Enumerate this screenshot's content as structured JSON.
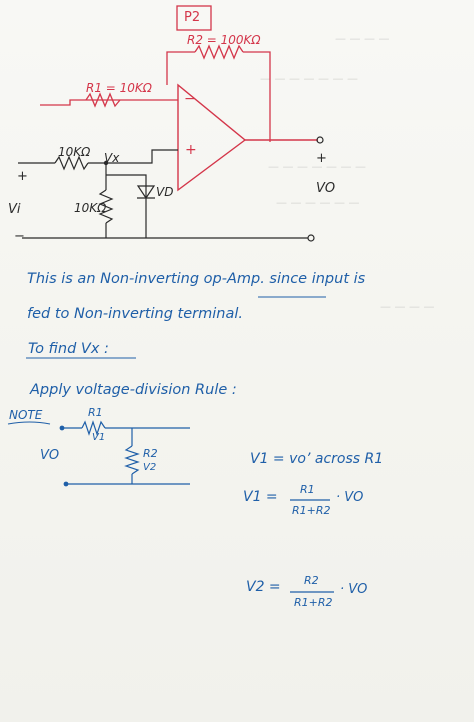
{
  "circuit": {
    "page_label": "P2",
    "r2_label": "R2 = 100KΩ",
    "r1_label": "R1 = 10KΩ",
    "rin_label": "10KΩ",
    "rshunt_label": "10KΩ",
    "vx_label": "Vx",
    "vd_label": "VD",
    "vo_label": "VO",
    "vi_label": "Vi",
    "plus": "+",
    "minus": "−"
  },
  "notes": {
    "line1": "This is an Non-inverting op-Amp. since input is",
    "line2": "fed to Non-inverting terminal.",
    "heading": "To find Vx :",
    "rule": "Apply voltage-division Rule :",
    "note_label": "NOTE",
    "div_r1": "R1",
    "div_v1": "V1",
    "div_r2": "R2",
    "div_v2": "V2",
    "div_vo": "VO",
    "eq1": "V1 = vo’ across R1",
    "eq2_lhs": "V1 =",
    "eq2_num": "R1",
    "eq2_den": "R1+R2",
    "eq2_tail": "· VO",
    "eq3_lhs": "V2 =",
    "eq3_num": "R2",
    "eq3_den": "R1+R2",
    "eq3_tail": "· VO"
  },
  "colors": {
    "circuit_red": "#d4364a",
    "notes_blue": "#1f5fa8",
    "ink_black": "#2a2a2a"
  }
}
